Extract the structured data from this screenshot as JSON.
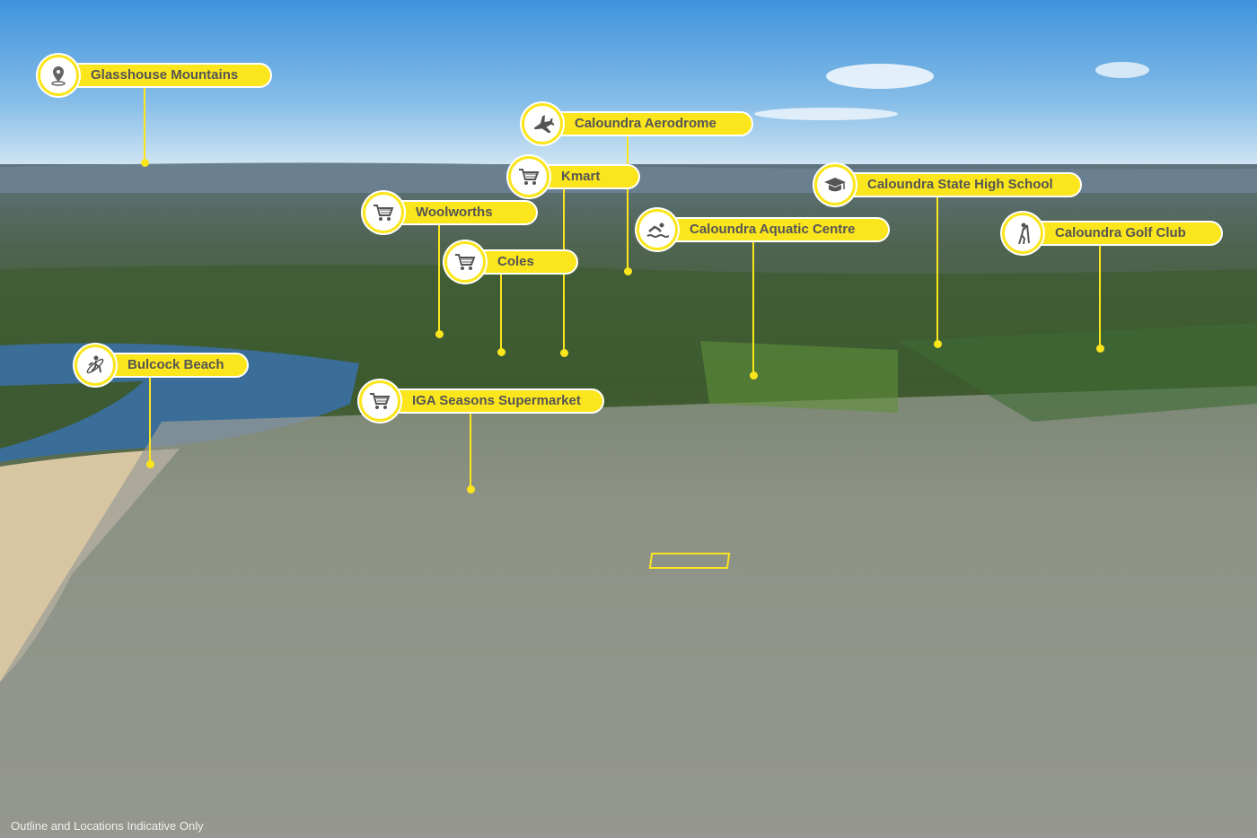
{
  "map": {
    "labels": [
      {
        "text": "Glasshouse Mountains",
        "icon": "map-pin-icon"
      },
      {
        "text": "Caloundra Aerodrome",
        "icon": "airplane-icon"
      },
      {
        "text": "Kmart",
        "icon": "shopping-cart-icon"
      },
      {
        "text": "Woolworths",
        "icon": "shopping-cart-icon"
      },
      {
        "text": "Coles",
        "icon": "shopping-cart-icon"
      },
      {
        "text": "Caloundra Aquatic Centre",
        "icon": "swimmer-icon"
      },
      {
        "text": "Caloundra State High School",
        "icon": "graduation-cap-icon"
      },
      {
        "text": "Caloundra Golf Club",
        "icon": "golfer-icon"
      },
      {
        "text": "Bulcock Beach",
        "icon": "surfer-icon"
      },
      {
        "text": "IGA Seasons Supermarket",
        "icon": "shopping-cart-icon"
      }
    ],
    "disclaimer": "Outline and Locations Indicative Only",
    "accent_color": "#fbe51c"
  }
}
